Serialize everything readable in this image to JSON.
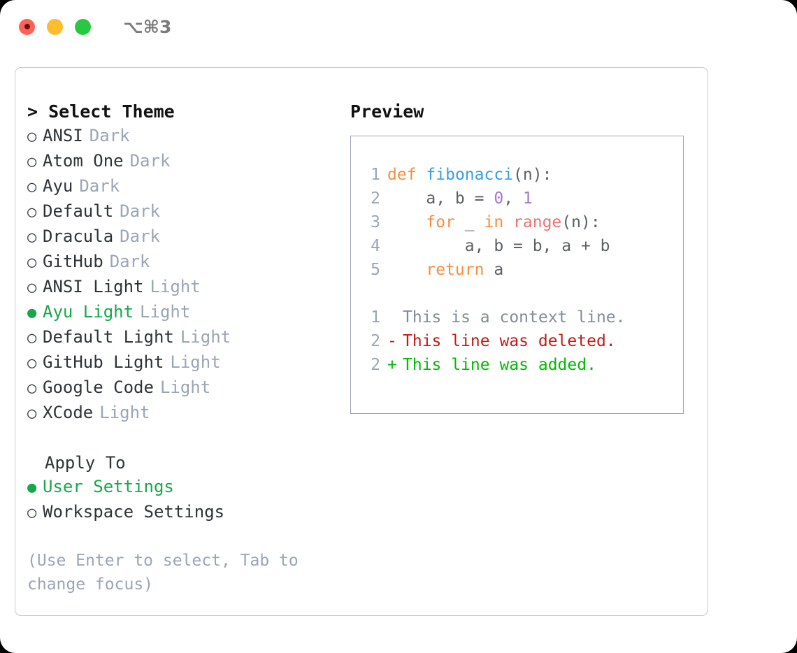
{
  "window": {
    "traffic_lights": [
      "close",
      "minimize",
      "maximize"
    ],
    "shortcut": "⌥⌘3",
    "colors": {
      "close": "#ff6159",
      "minimize": "#ffbd2e",
      "maximize": "#28c840",
      "accent_green": "#17a74a",
      "muted": "#9aa5b5",
      "border": "#c3c9d4"
    }
  },
  "theme_section": {
    "title": "> Select Theme",
    "themes": [
      {
        "bullet": "○",
        "name": "ANSI",
        "badge": "Dark",
        "selected": false
      },
      {
        "bullet": "○",
        "name": "Atom One",
        "badge": "Dark",
        "selected": false
      },
      {
        "bullet": "○",
        "name": "Ayu",
        "badge": "Dark",
        "selected": false
      },
      {
        "bullet": "○",
        "name": "Default",
        "badge": "Dark",
        "selected": false
      },
      {
        "bullet": "○",
        "name": "Dracula",
        "badge": "Dark",
        "selected": false
      },
      {
        "bullet": "○",
        "name": "GitHub",
        "badge": "Dark",
        "selected": false
      },
      {
        "bullet": "○",
        "name": "ANSI Light",
        "badge": "Light",
        "selected": false
      },
      {
        "bullet": "●",
        "name": "Ayu Light",
        "badge": "Light",
        "selected": true
      },
      {
        "bullet": "○",
        "name": "Default Light",
        "badge": "Light",
        "selected": false
      },
      {
        "bullet": "○",
        "name": "GitHub Light",
        "badge": "Light",
        "selected": false
      },
      {
        "bullet": "○",
        "name": "Google Code",
        "badge": "Light",
        "selected": false
      },
      {
        "bullet": "○",
        "name": "XCode",
        "badge": "Light",
        "selected": false
      }
    ]
  },
  "apply_section": {
    "title": "Apply To",
    "options": [
      {
        "bullet": "●",
        "name": "User Settings",
        "selected": true
      },
      {
        "bullet": "○",
        "name": "Workspace Settings",
        "selected": false
      }
    ]
  },
  "hint": "(Use Enter to select, Tab to change focus)",
  "preview": {
    "title": "Preview",
    "code_lines": [
      {
        "lineno": "1",
        "tokens": [
          {
            "t": "def",
            "c": "kw"
          },
          {
            "t": " ",
            "c": "plain"
          },
          {
            "t": "fibonacci",
            "c": "fn"
          },
          {
            "t": "(n):",
            "c": "plain"
          }
        ]
      },
      {
        "lineno": "2",
        "tokens": [
          {
            "t": "    a, b = ",
            "c": "plain"
          },
          {
            "t": "0",
            "c": "num"
          },
          {
            "t": ", ",
            "c": "plain"
          },
          {
            "t": "1",
            "c": "num"
          }
        ]
      },
      {
        "lineno": "3",
        "tokens": [
          {
            "t": "    ",
            "c": "plain"
          },
          {
            "t": "for",
            "c": "kw"
          },
          {
            "t": " _ ",
            "c": "plain"
          },
          {
            "t": "in",
            "c": "kw"
          },
          {
            "t": " ",
            "c": "plain"
          },
          {
            "t": "range",
            "c": "builtin"
          },
          {
            "t": "(n):",
            "c": "plain"
          }
        ]
      },
      {
        "lineno": "4",
        "tokens": [
          {
            "t": "        a, b = b, a + b",
            "c": "plain"
          }
        ]
      },
      {
        "lineno": "5",
        "tokens": [
          {
            "t": "    ",
            "c": "plain"
          },
          {
            "t": "return",
            "c": "kw"
          },
          {
            "t": " a",
            "c": "plain"
          }
        ]
      }
    ],
    "diff_lines": [
      {
        "lineno": "1",
        "mark": " ",
        "text": "This is a context line.",
        "kind": "ctx"
      },
      {
        "lineno": "2",
        "mark": "-",
        "text": "This line was deleted.",
        "kind": "del"
      },
      {
        "lineno": "2",
        "mark": "+",
        "text": "This line was added.",
        "kind": "add"
      }
    ]
  }
}
